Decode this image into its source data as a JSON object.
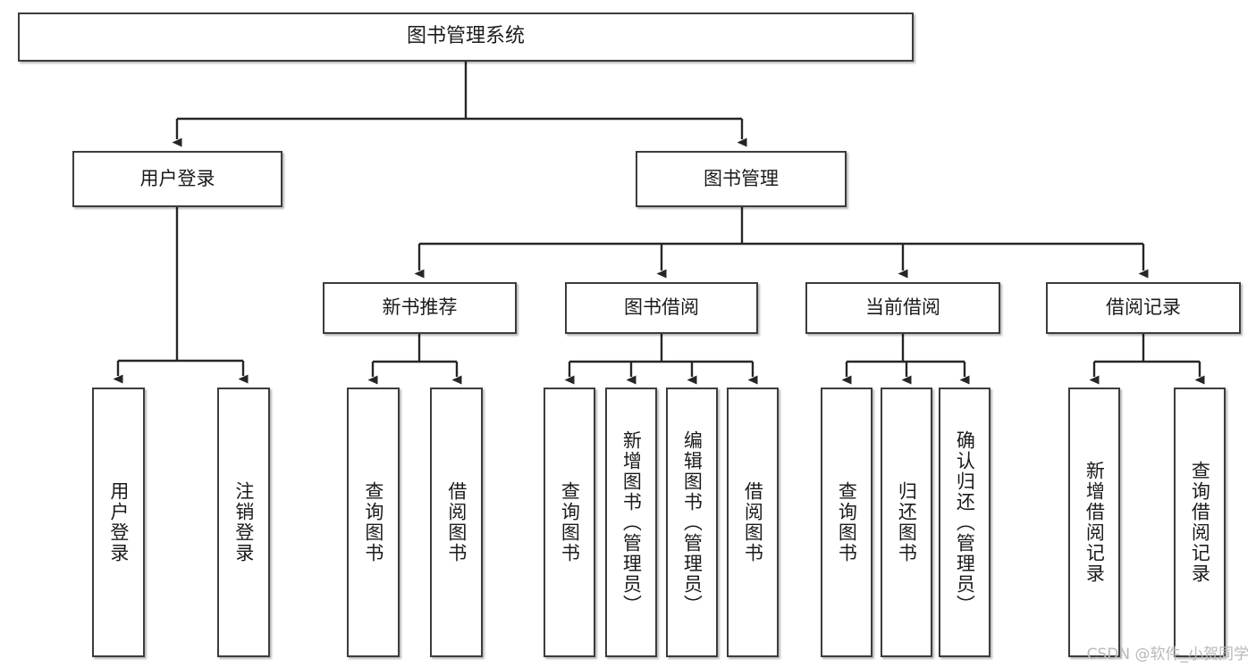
{
  "diagram": {
    "title": "图书管理系统",
    "type": "tree-hierarchy-diagram",
    "colors": {
      "box_border": "#3c3c3c",
      "box_fill": "#ffffff",
      "connector": "#262626",
      "text": "#1b1b1b",
      "watermark": "#b9b9b9",
      "background": "#ffffff"
    },
    "nodes": {
      "root": {
        "label": "图书管理系统"
      },
      "level2": [
        {
          "id": "user-login",
          "label": "用户登录"
        },
        {
          "id": "book-manage",
          "label": "图书管理"
        }
      ],
      "level3": [
        {
          "id": "new-book-recommend",
          "label": "新书推荐"
        },
        {
          "id": "book-borrow",
          "label": "图书借阅"
        },
        {
          "id": "current-borrow",
          "label": "当前借阅"
        },
        {
          "id": "borrow-record",
          "label": "借阅记录"
        }
      ],
      "leaves": {
        "user-login": [
          {
            "id": "leaf-user-login",
            "label": "用户登录"
          },
          {
            "id": "leaf-user-logout",
            "label": "注销登录"
          }
        ],
        "new-book-recommend": [
          {
            "id": "leaf-query-book-1",
            "label": "查询图书"
          },
          {
            "id": "leaf-borrow-book-1",
            "label": "借阅图书"
          }
        ],
        "book-borrow": [
          {
            "id": "leaf-query-book-2",
            "label": "查询图书"
          },
          {
            "id": "leaf-add-book",
            "label": "新增图书（管理员）"
          },
          {
            "id": "leaf-edit-book",
            "label": "编辑图书（管理员）"
          },
          {
            "id": "leaf-borrow-book-2",
            "label": "借阅图书"
          }
        ],
        "current-borrow": [
          {
            "id": "leaf-query-book-3",
            "label": "查询图书"
          },
          {
            "id": "leaf-return-book",
            "label": "归还图书"
          },
          {
            "id": "leaf-confirm-return",
            "label": "确认归还（管理员）"
          }
        ],
        "borrow-record": [
          {
            "id": "leaf-add-record",
            "label": "新增借阅记录"
          },
          {
            "id": "leaf-query-record",
            "label": "查询借阅记录"
          }
        ]
      }
    },
    "watermark": "CSDN @软件_小贺同学"
  }
}
